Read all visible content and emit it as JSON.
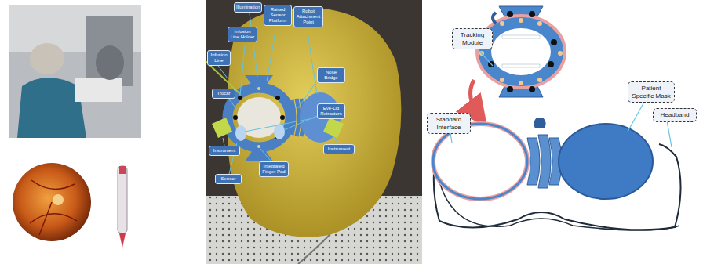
{
  "diagram": {
    "nodes": [
      {
        "text": [
          "Illumination"
        ]
      },
      {
        "text": [
          "Raised Sensor Platform"
        ]
      },
      {
        "text": [
          "Robot Attachment Point"
        ]
      },
      {
        "text": [
          "Infusion Line Holder"
        ]
      },
      {
        "text": [
          "Infusion Line"
        ]
      },
      {
        "text": [
          "Trocar"
        ]
      },
      {
        "text": [
          "Nose Bridge"
        ]
      },
      {
        "text": [
          "Eye-Lid Retractors"
        ]
      },
      {
        "text": [
          "Instrument"
        ]
      },
      {
        "text": [
          "Instrument"
        ]
      },
      {
        "text": [
          "Sensor"
        ]
      },
      {
        "text": [
          "Integrated Finger Pad"
        ]
      },
      {
        "text": [
          "Tracking Module"
        ]
      },
      {
        "text": [
          "Standard Interface"
        ]
      },
      {
        "text": [
          "Patient Specific Mask"
        ]
      },
      {
        "text": [
          "Headband"
        ]
      }
    ]
  }
}
